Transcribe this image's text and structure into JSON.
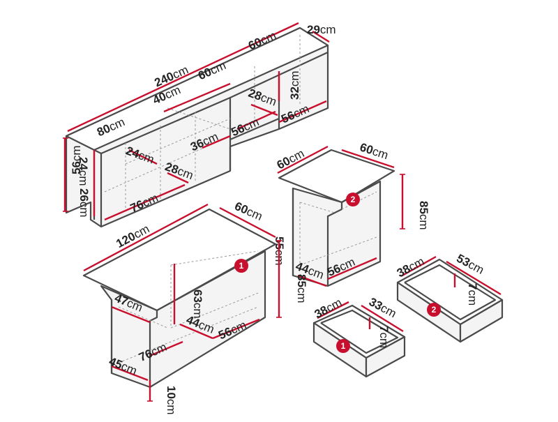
{
  "colors": {
    "line": "#4a4a4a",
    "dimension_red": "#c8102e",
    "hidden_line": "#9a9a9a",
    "badge": "#c8102e"
  },
  "wall_unit": {
    "total_width": "240",
    "seg1": "60",
    "seg2": "60",
    "seg3": "40",
    "seg4": "80",
    "depth": "29",
    "height": "56",
    "inner_28a": "28",
    "inner_32": "32",
    "inner_56a": "56",
    "inner_56b": "56",
    "inner_36": "36",
    "inner_24a": "24",
    "inner_28b": "28",
    "left_24": "24",
    "left_26": "26",
    "inner_76": "76",
    "unit": "cm"
  },
  "small_cabinet": {
    "width": "60",
    "depth": "60",
    "height": "85",
    "inner_height": "55",
    "inner_44": "44",
    "inner_56": "56",
    "badge": "2",
    "unit": "cm"
  },
  "large_cabinet": {
    "width": "120",
    "depth": "60",
    "height": "85",
    "inner_63": "63",
    "inner_47": "47",
    "inner_44": "44",
    "inner_56": "56",
    "inner_76": "76",
    "inner_45": "45",
    "plinth": "10",
    "badge": "1",
    "unit": "cm"
  },
  "drawer_2": {
    "width": "53",
    "depth": "38",
    "height": "7",
    "badge": "2",
    "unit": "cm"
  },
  "drawer_1": {
    "width": "33",
    "depth": "38",
    "height": "7",
    "badge": "1",
    "unit": "cm"
  }
}
